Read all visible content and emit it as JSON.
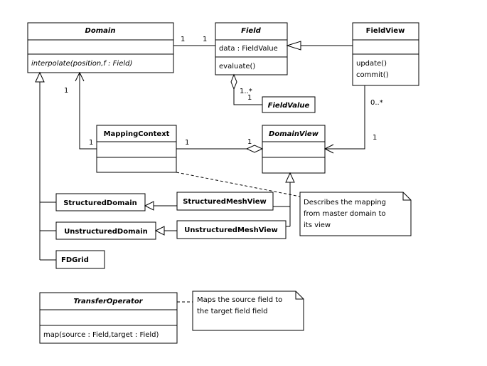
{
  "classes": {
    "domain": {
      "name": "Domain",
      "ops": [
        "interpolate(position,f : Field)"
      ]
    },
    "field": {
      "name": "Field",
      "attrs": [
        "data : FieldValue"
      ],
      "ops": [
        "evaluate()"
      ]
    },
    "fieldview": {
      "name": "FieldView",
      "ops": [
        "update()",
        "commit()"
      ]
    },
    "fieldvalue": {
      "name": "FieldValue"
    },
    "mappingcontext": {
      "name": "MappingContext"
    },
    "domainview": {
      "name": "DomainView"
    },
    "structureddomain": {
      "name": "StructuredDomain"
    },
    "structuredmeshview": {
      "name": "StructuredMeshView"
    },
    "unstructureddomain": {
      "name": "UnstructuredDomain"
    },
    "unstructuredmeshview": {
      "name": "UnstructuredMeshView"
    },
    "fdgrid": {
      "name": "FDGrid"
    },
    "transferoperator": {
      "name": "TransferOperator",
      "ops": [
        "map(source : Field,target : Field)"
      ]
    }
  },
  "multiplicities": {
    "domain_field_left": "1",
    "domain_field_right": "1",
    "field_fieldvalue_a": "1..*",
    "field_fieldvalue_b": "1",
    "mapping_domain": "1",
    "mapping_domain_lower": "1",
    "mapping_domainview_left": "1",
    "mapping_domainview_right": "1",
    "fieldview_domainview_top": "0..*",
    "fieldview_domainview_bottom": "1"
  },
  "notes": {
    "mapping": [
      "Describes the mapping",
      "from master domain to",
      "its view"
    ],
    "transfer": [
      "Maps the source field to",
      "the target field field"
    ]
  }
}
